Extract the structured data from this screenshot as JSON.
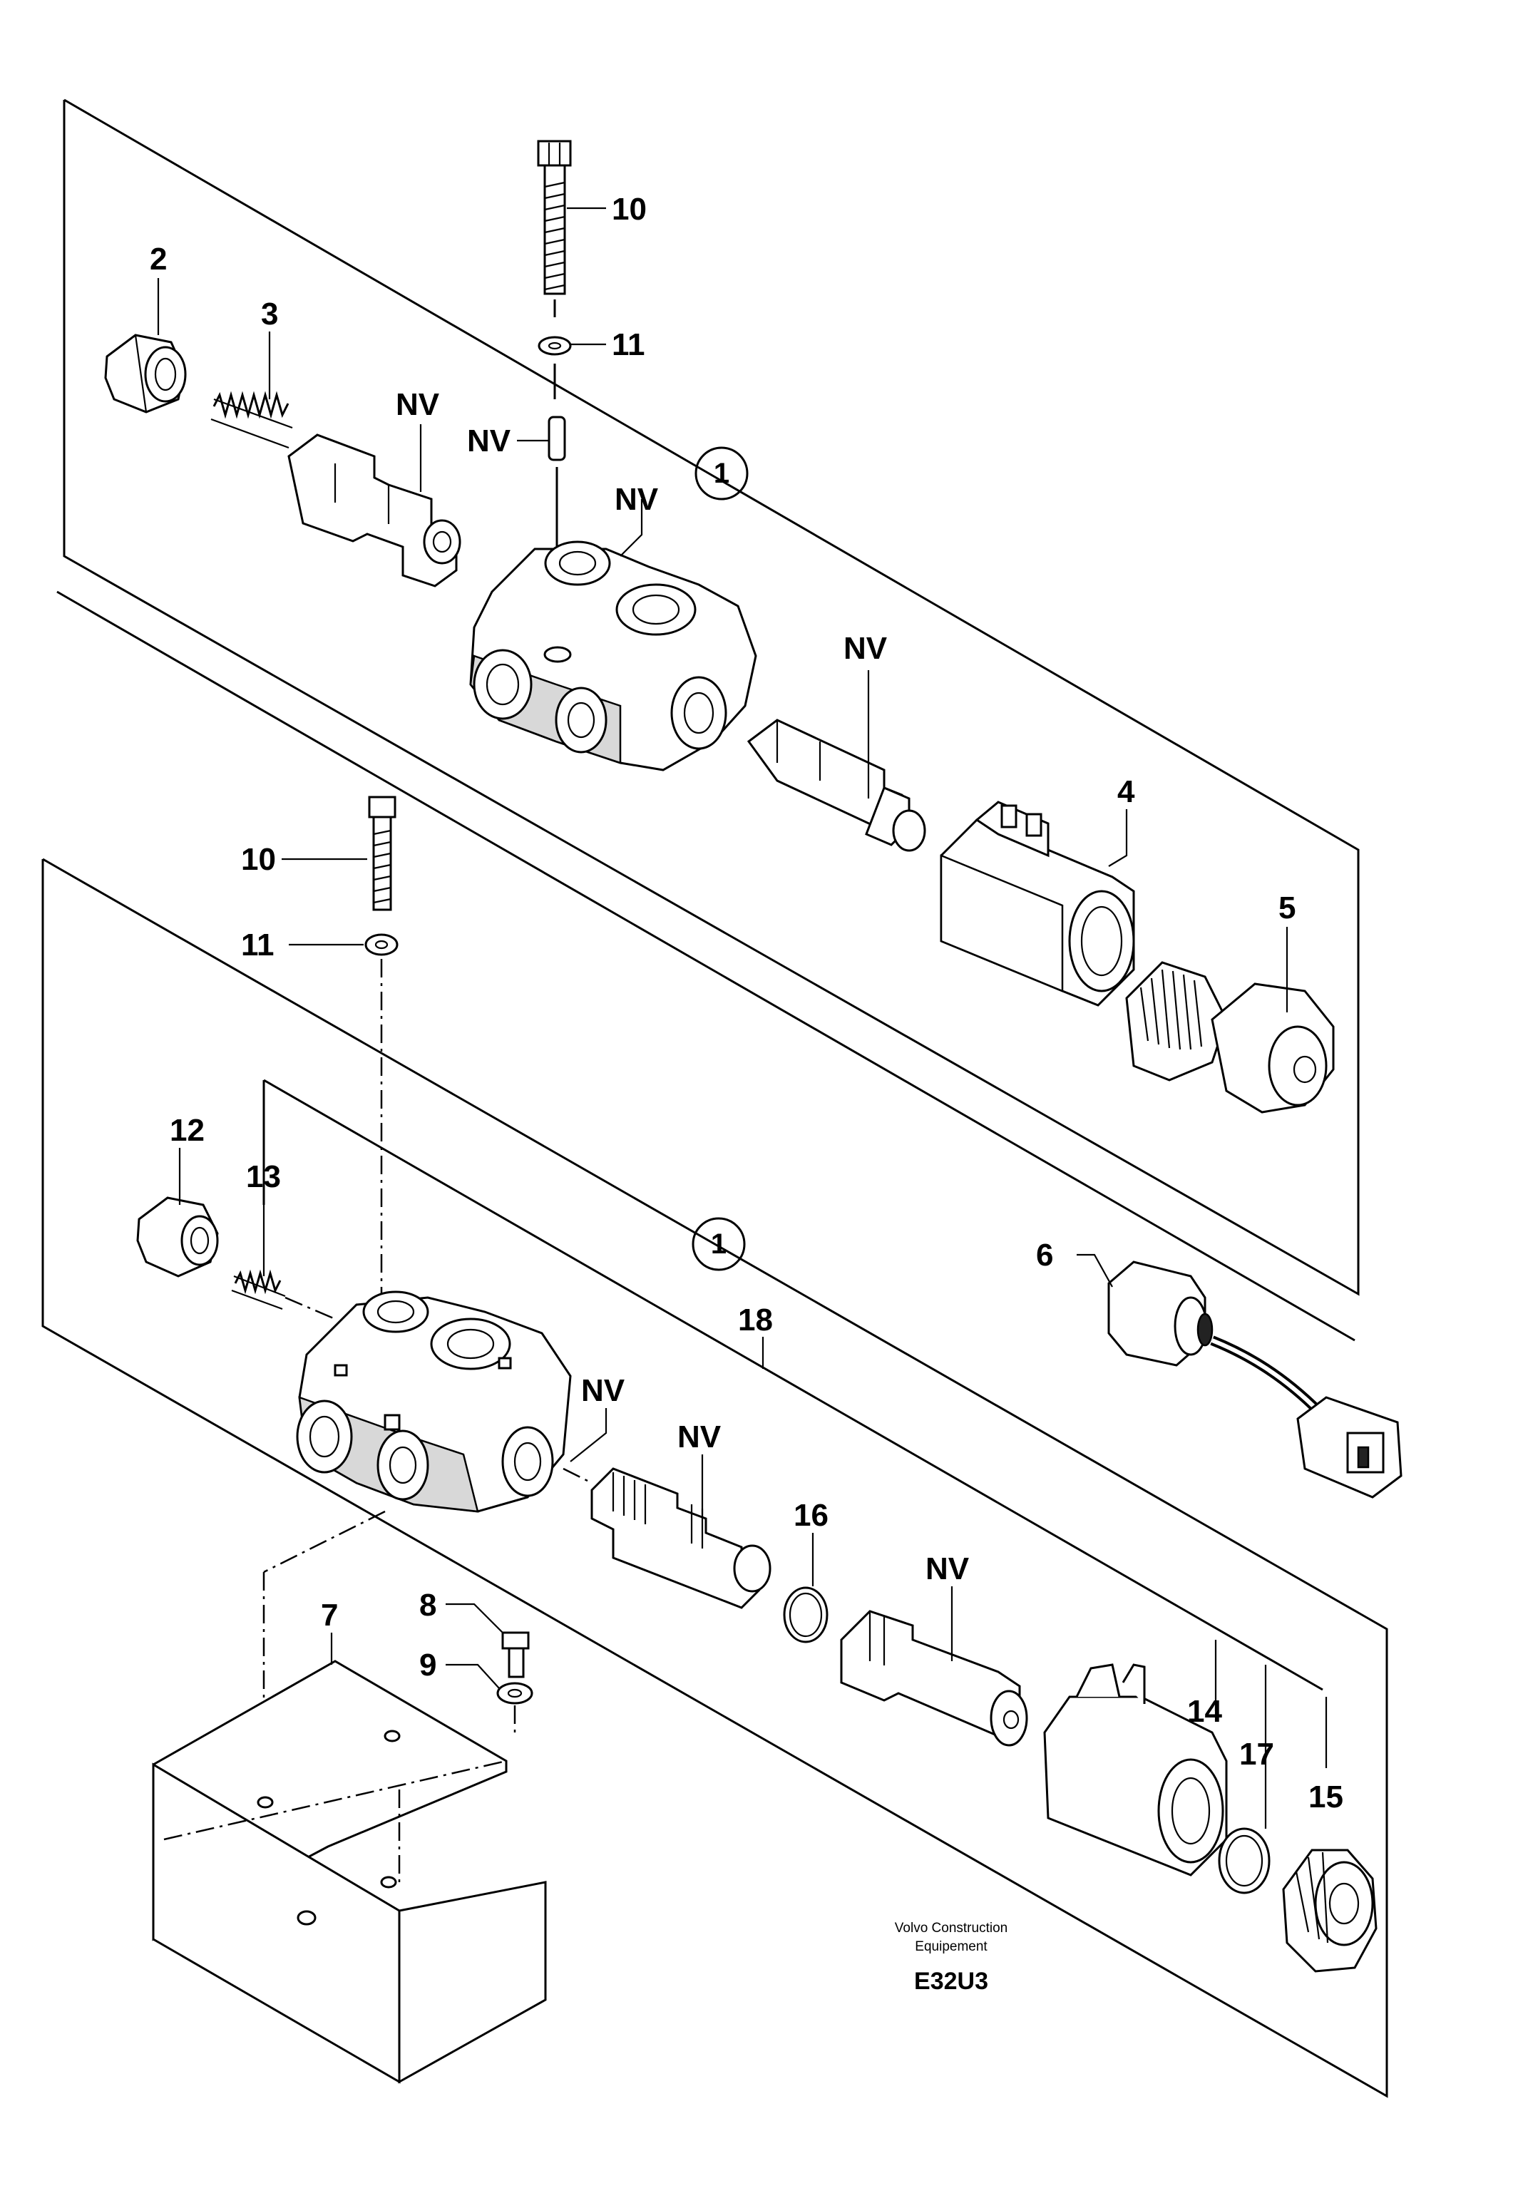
{
  "figure_id": "E32U3",
  "credit": {
    "line1": "Volvo Construction",
    "line2": "Equipement"
  },
  "callouts": {
    "c10a": "10",
    "c11a": "11",
    "c2": "2",
    "c3": "3",
    "nv_spool_top": "NV",
    "nv_pin_top": "NV",
    "c1a": "1",
    "nv_body_top": "NV",
    "nv_cart_top": "NV",
    "c4": "4",
    "c5": "5",
    "c10b": "10",
    "c11b": "11",
    "c12": "12",
    "c13": "13",
    "c1b": "1",
    "c6": "6",
    "c18": "18",
    "nv_body_bot": "NV",
    "nv_spool_bot": "NV",
    "c16": "16",
    "nv_cart_bot": "NV",
    "c7": "7",
    "c8": "8",
    "c9": "9",
    "c14": "14",
    "c17": "17",
    "c15": "15"
  }
}
